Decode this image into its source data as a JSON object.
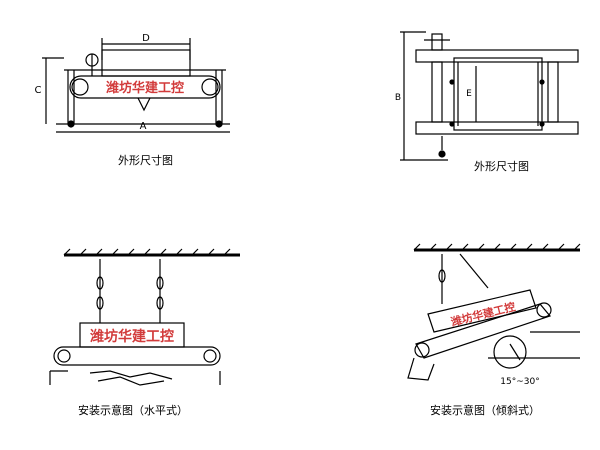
{
  "front_view": {
    "caption": "外形尺寸图",
    "dim_d": "D",
    "dim_c": "C",
    "dim_a": "A",
    "brand": "潍坊华建工控"
  },
  "top_view": {
    "caption": "外形尺寸图",
    "dim_b": "B",
    "dim_e": "E"
  },
  "horizontal_install": {
    "caption": "安装示意图（水平式）",
    "brand": "潍坊华建工控"
  },
  "inclined_install": {
    "caption": "安装示意图（倾斜式）",
    "brand": "潍坊华建工控",
    "angle": "15°~30°"
  },
  "colors": {
    "line": "#000000",
    "brand_text": "#d23b3b"
  }
}
